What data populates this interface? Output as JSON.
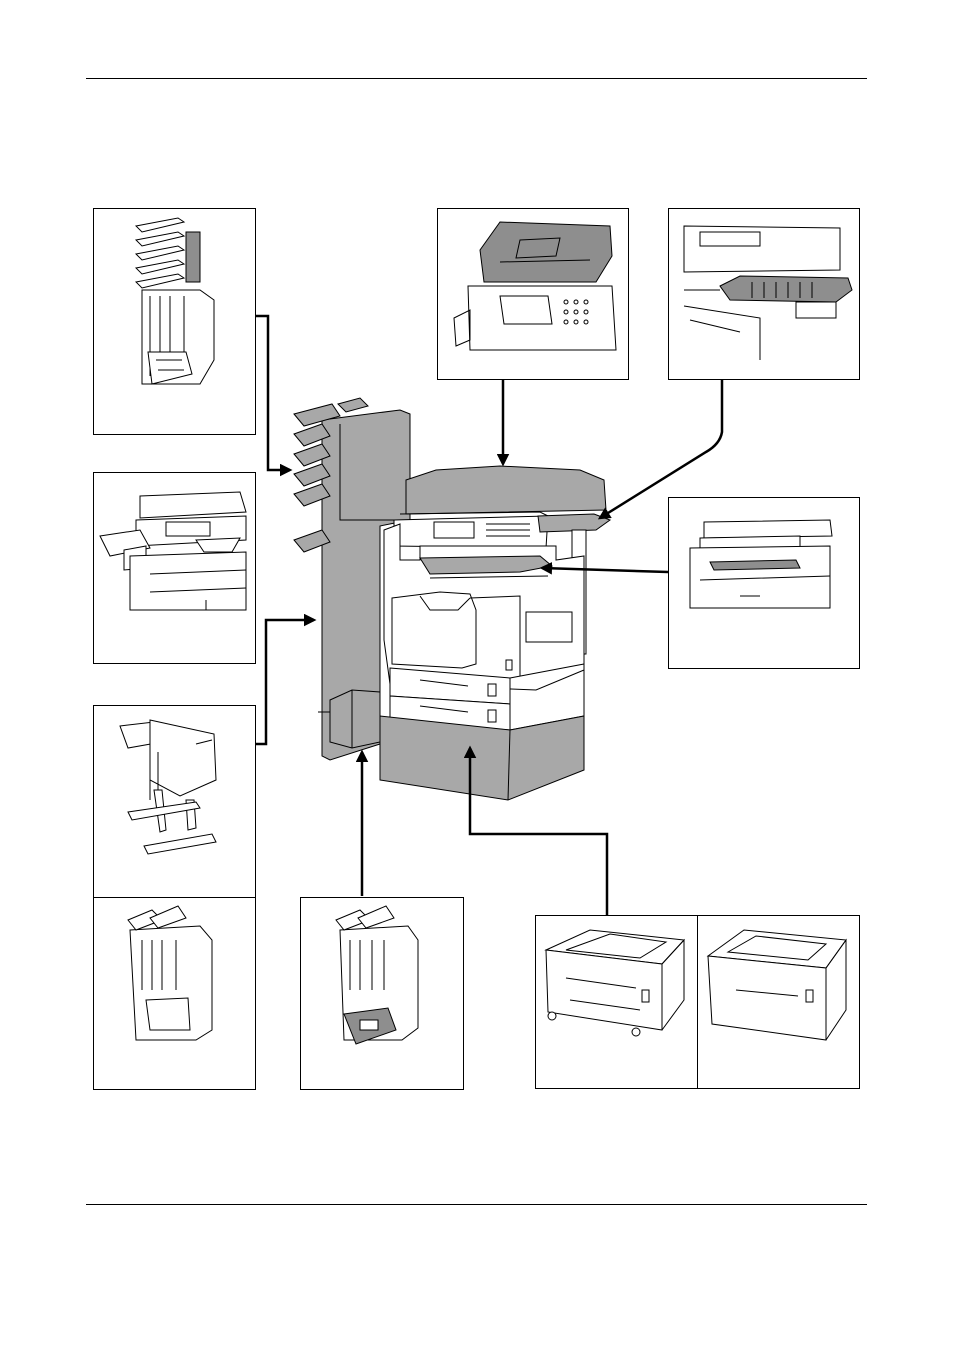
{
  "colors": {
    "optional_equipment_fill": "#a8a8a8",
    "line": "#000000",
    "background": "#ffffff"
  },
  "option_panels": [
    {
      "id": "mailbox-finisher",
      "icon": "mailbox-finisher-illustration"
    },
    {
      "id": "document-processor",
      "icon": "document-processor-illustration"
    },
    {
      "id": "job-separator",
      "icon": "job-separator-illustration"
    },
    {
      "id": "inner-job-separator",
      "icon": "copier-inner-tray-illustration"
    },
    {
      "id": "center-folding-unit",
      "icon": "copier-with-finisher-illustration"
    },
    {
      "id": "finisher-on-stand",
      "icon": "finisher-stand-illustration"
    },
    {
      "id": "finisher",
      "icon": "finisher-illustration"
    },
    {
      "id": "finisher-with-punch",
      "icon": "finisher-punch-illustration"
    },
    {
      "id": "paper-feeder",
      "icon": "paper-feeder-illustration"
    },
    {
      "id": "large-capacity-feeder",
      "icon": "large-capacity-feeder-illustration"
    }
  ]
}
